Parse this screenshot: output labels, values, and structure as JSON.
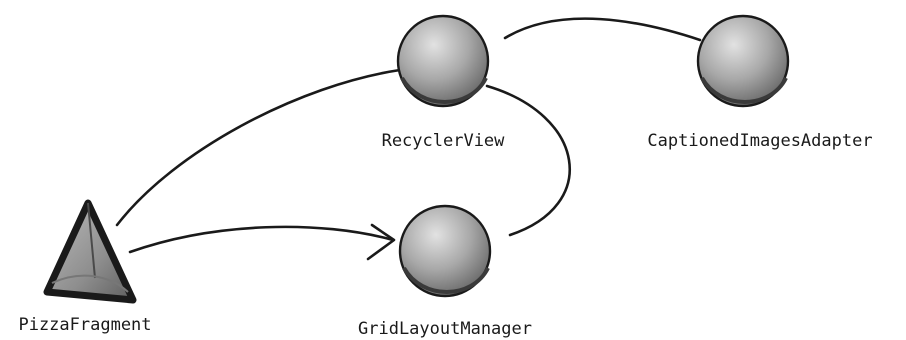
{
  "nodes": {
    "recycler_view": {
      "label": "RecyclerView",
      "shape": "sphere"
    },
    "captioned_images_adapter": {
      "label": "CaptionedImagesAdapter",
      "shape": "sphere"
    },
    "grid_layout_manager": {
      "label": "GridLayoutManager",
      "shape": "sphere"
    },
    "pizza_fragment": {
      "label": "PizzaFragment",
      "shape": "pyramid"
    }
  },
  "edges": [
    {
      "from": "pizza_fragment",
      "to": "recycler_view",
      "arrow": false
    },
    {
      "from": "pizza_fragment",
      "to": "grid_layout_manager",
      "arrow": true
    },
    {
      "from": "recycler_view",
      "to": "captioned_images_adapter",
      "arrow": false
    },
    {
      "from": "recycler_view",
      "to": "grid_layout_manager",
      "arrow": false
    }
  ],
  "colors": {
    "stroke": "#1a1a1a",
    "sphere_light": "#d8d8d8",
    "sphere_mid": "#a6a6a6",
    "sphere_dark": "#6f6f6f",
    "pyramid_fill": "#9a9a9a"
  }
}
